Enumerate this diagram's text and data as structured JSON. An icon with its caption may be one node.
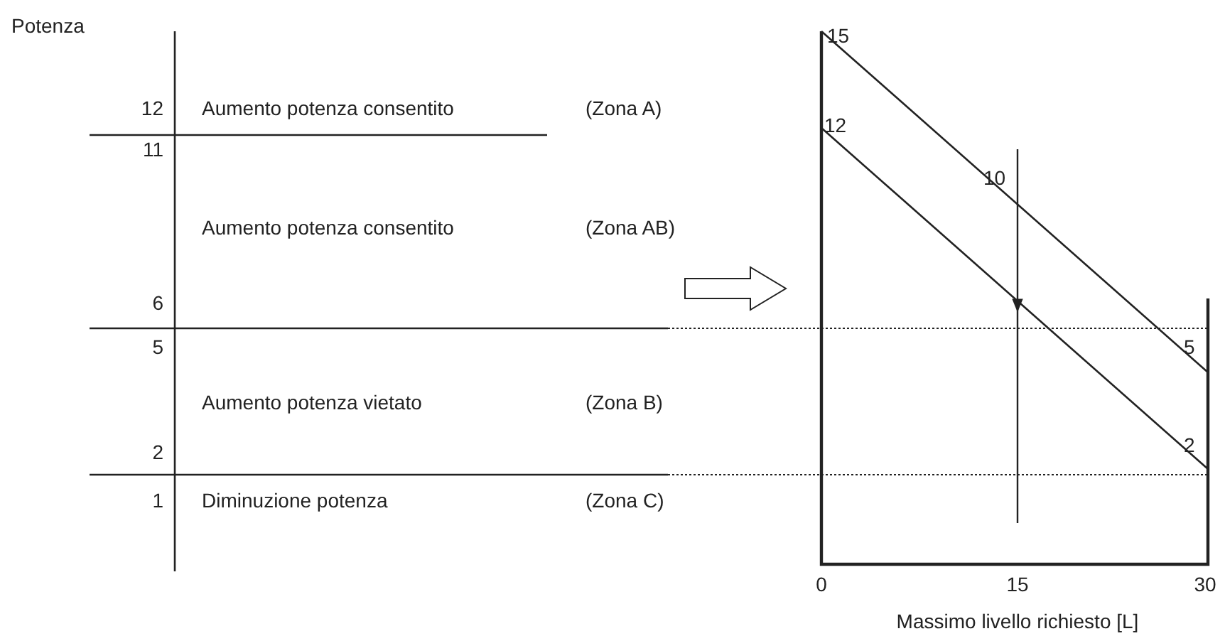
{
  "diagram": {
    "labels": [
      "Potenza",
      "15",
      "12",
      "Aumento potenza consentito",
      "(Zona A)",
      "12",
      "11",
      "10",
      "Aumento potenza consentito",
      "(Zona AB)",
      "6",
      "5",
      "5",
      "Aumento potenza vietato",
      "(Zona B)",
      "2",
      "2",
      "1",
      "Diminuzione potenza",
      "(Zona C)",
      "0",
      "15",
      "30",
      "Massimo livello richiesto [L]"
    ]
  }
}
